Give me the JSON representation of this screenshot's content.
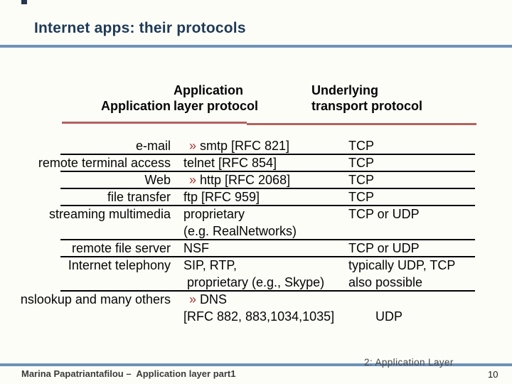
{
  "slide": {
    "title": "Internet apps: their protocols",
    "footer_author": "Marina Papatriantafilou –  Application layer part1",
    "footer_section": "2: Application Layer",
    "page_number": "10"
  },
  "colors": {
    "background": "#FDFDF8",
    "title_text": "#1E3A56",
    "accent_blue_rule": "#6D92B8",
    "accent_red_rule": "#B2615E",
    "guillemet_red": "#A53331",
    "body_text": "#050505"
  },
  "icons": {
    "guillemet": "»"
  },
  "table": {
    "headers": {
      "col1": "Application",
      "col2_lines": [
        "Application",
        "layer protocol"
      ],
      "col3_lines": [
        "Underlying",
        "transport protocol"
      ]
    },
    "rows": [
      {
        "app": "e-mail",
        "protocol": [
          {
            "bullet": true,
            "text": "smtp [RFC 821]"
          }
        ],
        "transport": [
          "TCP"
        ],
        "underline": true
      },
      {
        "app": "remote terminal access",
        "protocol": [
          {
            "bullet": false,
            "text": "telnet [RFC 854]"
          }
        ],
        "transport": [
          "TCP"
        ],
        "underline": true
      },
      {
        "app": "Web",
        "protocol": [
          {
            "bullet": true,
            "text": "http [RFC 2068]"
          }
        ],
        "transport": [
          "TCP"
        ],
        "underline": true
      },
      {
        "app": "file transfer",
        "protocol": [
          {
            "bullet": false,
            "text": "ftp [RFC 959]"
          }
        ],
        "transport": [
          "TCP"
        ],
        "underline": true
      },
      {
        "app": "streaming multimedia",
        "protocol": [
          {
            "bullet": false,
            "text": "proprietary"
          },
          {
            "bullet": false,
            "text": "(e.g. RealNetworks)"
          }
        ],
        "transport": [
          "TCP or UDP"
        ],
        "underline": true
      },
      {
        "app": "remote file server",
        "protocol": [
          {
            "bullet": false,
            "text": "NSF"
          }
        ],
        "transport": [
          "TCP or UDP"
        ],
        "underline": true
      },
      {
        "app": "Internet telephony",
        "protocol": [
          {
            "bullet": false,
            "text": "SIP, RTP,"
          },
          {
            "bullet": false,
            "text": " proprietary (e.g., Skype)"
          }
        ],
        "transport": [
          "typically UDP, TCP",
          "also possible"
        ],
        "underline": true
      },
      {
        "app": "nslookup and many others",
        "protocol": [
          {
            "bullet": true,
            "text": "DNS"
          },
          {
            "bullet": false,
            "text": "[RFC 882, 883,1034,1035]"
          }
        ],
        "transport": [
          "",
          "UDP"
        ],
        "underline": false,
        "transport_shift": true
      }
    ]
  }
}
